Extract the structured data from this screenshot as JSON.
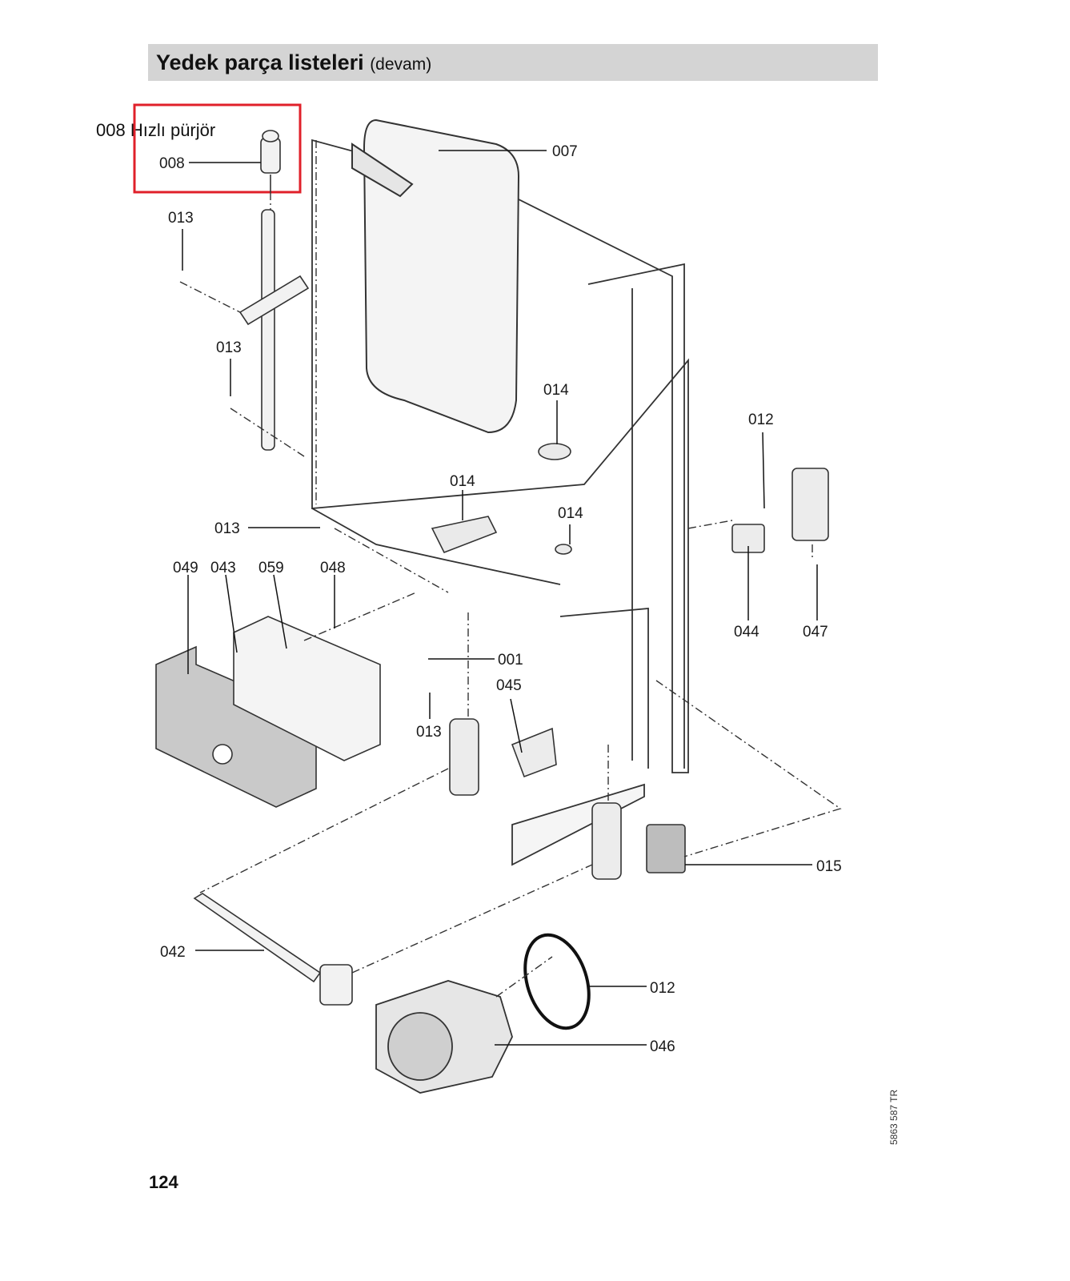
{
  "header": {
    "title": "Yedek parça listeleri",
    "subtitle": "(devam)"
  },
  "callout": {
    "number": "008",
    "label": "Hızlı pürjör",
    "box_color": "#e0202a"
  },
  "parts": {
    "p001": "001",
    "p007": "007",
    "p008": "008",
    "p012a": "012",
    "p012b": "012",
    "p013a": "013",
    "p013b": "013",
    "p013c": "013",
    "p013d": "013",
    "p014a": "014",
    "p014b": "014",
    "p014c": "014",
    "p015": "015",
    "p042": "042",
    "p043": "043",
    "p044": "044",
    "p045": "045",
    "p046": "046",
    "p047": "047",
    "p048": "048",
    "p049": "049",
    "p059": "059"
  },
  "footer": {
    "page_number": "124",
    "doc_code": "5863 587 TR"
  }
}
